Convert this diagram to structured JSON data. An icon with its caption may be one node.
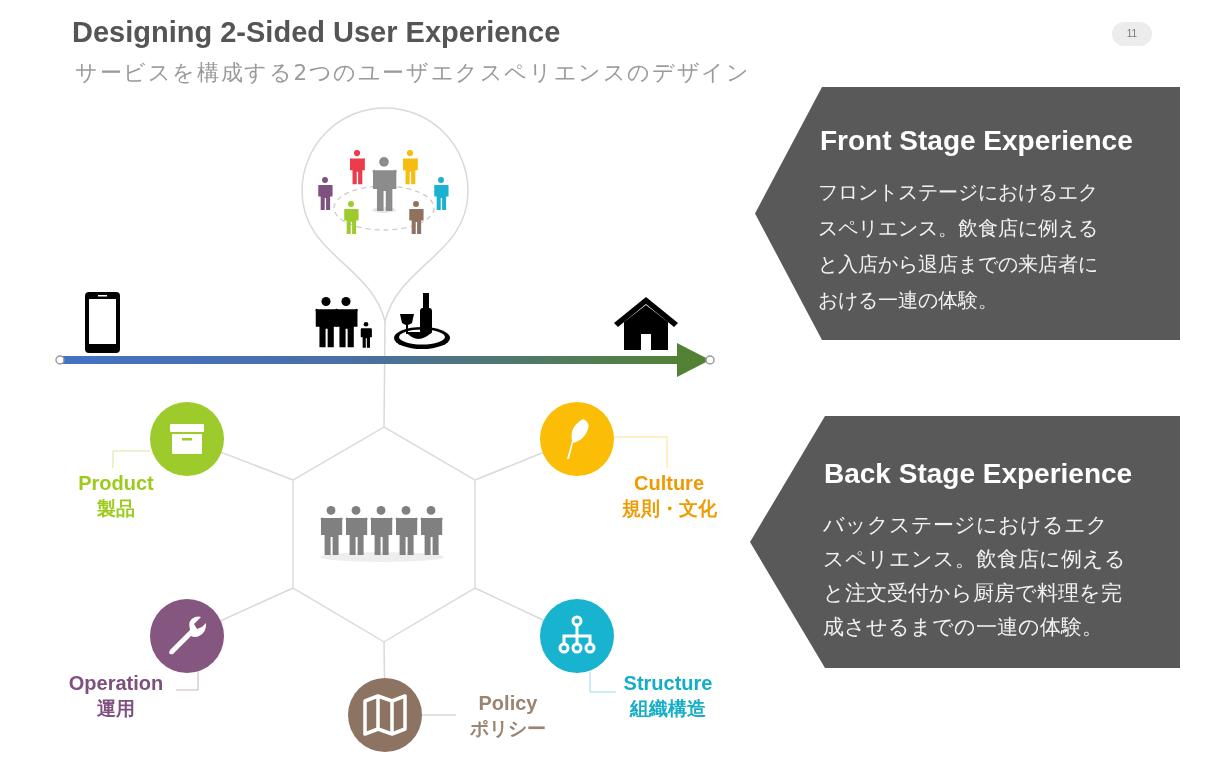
{
  "diagram": {
    "title": "Designing 2-Sided User Experience",
    "nodes": [
      {
        "text": [],
        "shape": "picture"
      },
      {
        "text": [],
        "shape": "hexagon"
      },
      {
        "text": [
          "Product",
          "製品"
        ]
      },
      {
        "text": [
          "Culture",
          "規則・文化"
        ]
      },
      {
        "text": [
          "Operation",
          "運用"
        ]
      },
      {
        "text": [
          "Structure",
          "組織構造"
        ]
      },
      {
        "text": [
          "Policy",
          "ポリシー"
        ]
      },
      {
        "text": [
          "Front Stage Experience",
          "フロントステージにおけるエクスペリエンス。飲食店に例えると入店から退店までの来店者における一連の体験。"
        ]
      },
      {
        "text": [
          "Back Stage Experience",
          "バックステージにおけるエクスペリエンス。飲食店に例えると注文受付から厨房で料理を完成させるまでの一連の体験。"
        ]
      }
    ],
    "edges": [
      {
        "from": 1,
        "to": 0,
        "arrow": "none"
      },
      {
        "from": 1,
        "to": 2,
        "arrow": "none"
      },
      {
        "from": 1,
        "to": 3,
        "arrow": "none"
      },
      {
        "from": 1,
        "to": 4,
        "arrow": "none"
      },
      {
        "from": 1,
        "to": 5,
        "arrow": "none"
      },
      {
        "from": 1,
        "to": 6,
        "arrow": "none"
      }
    ],
    "labels": [
      "サービスを構成する2つのユーザエクスペリエンスのデザイン",
      "11"
    ]
  }
}
